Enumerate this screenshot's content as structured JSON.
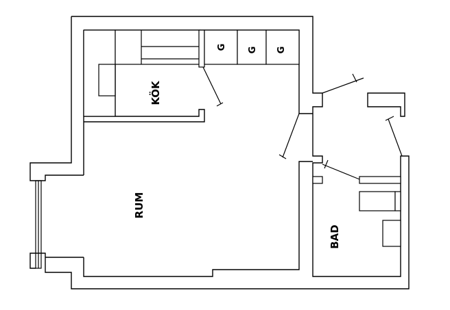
{
  "rooms": {
    "kitchen": "KÖK",
    "living": "RUM",
    "bathroom": "BAD"
  },
  "appliances": {
    "cabinet_1": "G",
    "cabinet_2": "G",
    "cabinet_3": "G"
  }
}
